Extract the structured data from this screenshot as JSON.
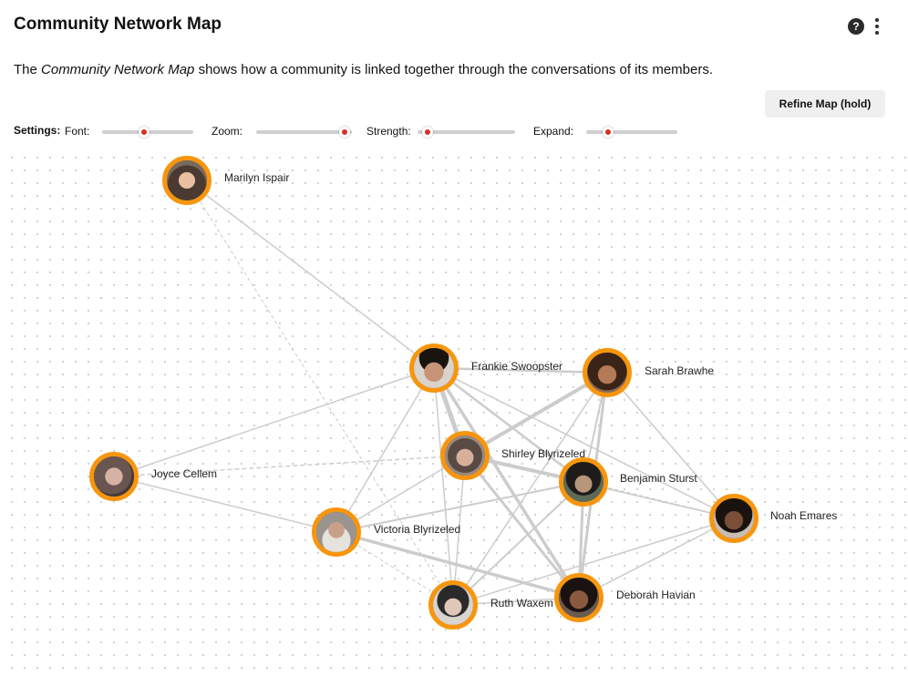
{
  "header": {
    "title": "Community Network Map",
    "help_icon": "question-circle-icon",
    "menu_icon": "kebab-menu-icon"
  },
  "description": {
    "prefix": "The ",
    "emphasis": "Community Network Map",
    "suffix": " shows how a community is linked together through the conversations of its members."
  },
  "refine_button": {
    "label": "Refine Map (hold)"
  },
  "settings": {
    "label": "Settings:",
    "sliders": [
      {
        "label": "Font:",
        "value": 0.45
      },
      {
        "label": "Zoom:",
        "value": 0.98
      },
      {
        "label": "Strength:",
        "value": 0.05
      },
      {
        "label": "Expand:",
        "value": 0.2
      }
    ]
  },
  "colors": {
    "node_ring": "#f7960e",
    "edge": "#cccccc",
    "slider_dot": "#d93025"
  },
  "nodes": [
    {
      "id": "marilyn",
      "name": "Marilyn Ispair"
    },
    {
      "id": "frankie",
      "name": "Frankie Swoopster"
    },
    {
      "id": "sarah",
      "name": "Sarah Brawhe"
    },
    {
      "id": "shirley",
      "name": "Shirley Blyrizeled"
    },
    {
      "id": "benjamin",
      "name": "Benjamin Sturst"
    },
    {
      "id": "joyce",
      "name": "Joyce Cellem"
    },
    {
      "id": "noah",
      "name": "Noah Emares"
    },
    {
      "id": "victoria",
      "name": "Victoria Blyrizeled"
    },
    {
      "id": "ruth",
      "name": "Ruth Waxem"
    },
    {
      "id": "deborah",
      "name": "Deborah Havian"
    }
  ]
}
